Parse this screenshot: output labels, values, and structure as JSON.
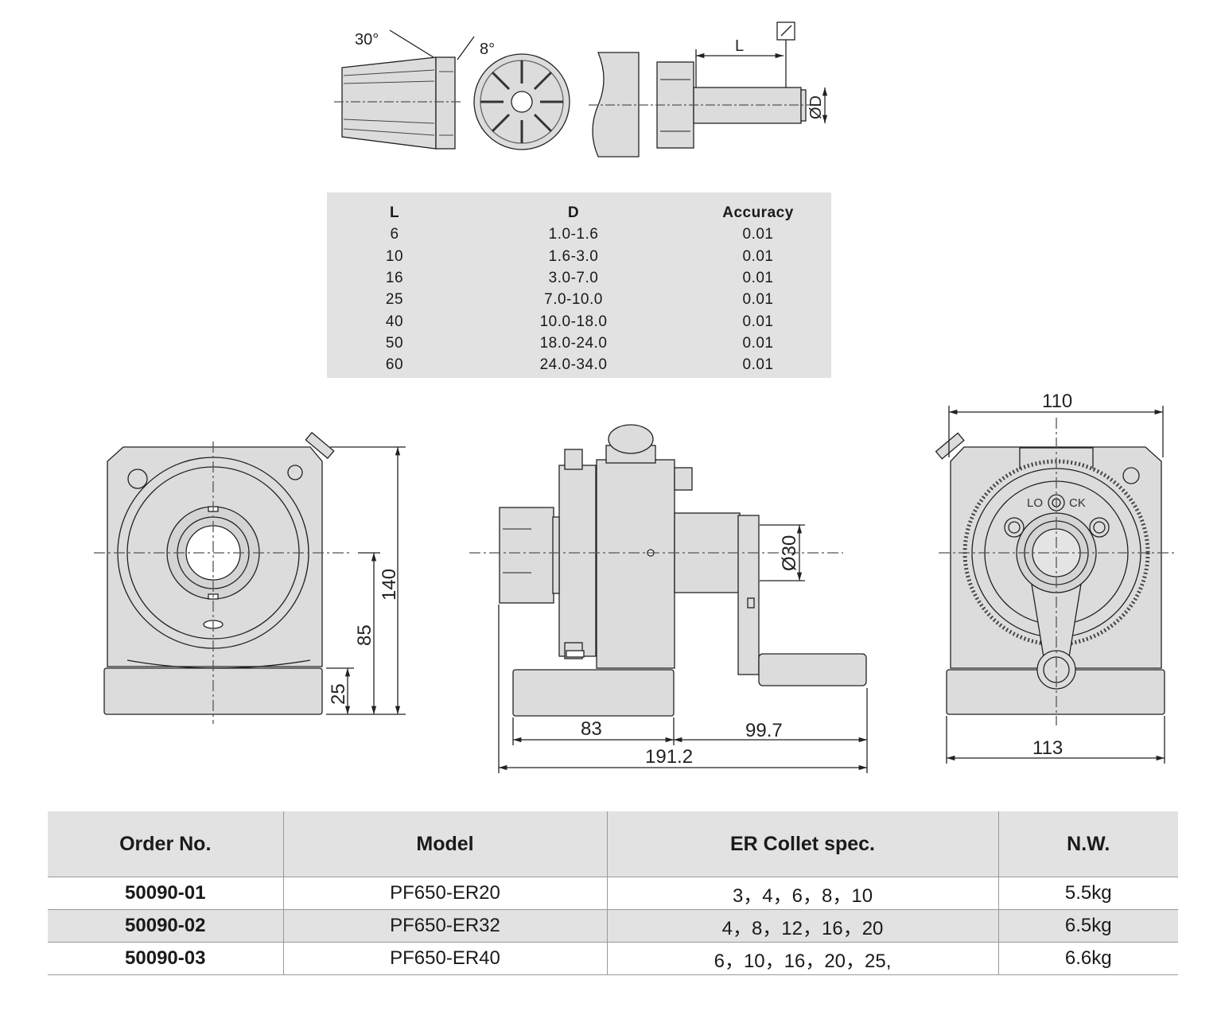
{
  "drawing": {
    "collet_angle_1": "30°",
    "collet_angle_2": "8°",
    "dim_L": "L",
    "dim_D": "ØD",
    "dim_110": "110",
    "dim_140": "140",
    "dim_85": "85",
    "dim_25": "25",
    "dim_30": "Ø30",
    "dim_83": "83",
    "dim_99_7": "99.7",
    "dim_191_2": "191.2",
    "dim_113": "113",
    "lock_left": "LO",
    "lock_right": "CK"
  },
  "collet_table": {
    "headers": [
      "L",
      "D",
      "Accuracy"
    ],
    "rows": [
      [
        "6",
        "1.0-1.6",
        "0.01"
      ],
      [
        "10",
        "1.6-3.0",
        "0.01"
      ],
      [
        "16",
        "3.0-7.0",
        "0.01"
      ],
      [
        "25",
        "7.0-10.0",
        "0.01"
      ],
      [
        "40",
        "10.0-18.0",
        "0.01"
      ],
      [
        "50",
        "18.0-24.0",
        "0.01"
      ],
      [
        "60",
        "24.0-34.0",
        "0.01"
      ]
    ]
  },
  "order_table": {
    "headers": [
      "Order No.",
      "Model",
      "ER Collet spec.",
      "N.W."
    ],
    "rows": [
      [
        "50090-01",
        "PF650-ER20",
        "3，4，6，8，10",
        "5.5kg"
      ],
      [
        "50090-02",
        "PF650-ER32",
        "4，8，12，16，20",
        "6.5kg"
      ],
      [
        "50090-03",
        "PF650-ER40",
        "6，10，16，20，25,",
        "6.6kg"
      ]
    ]
  }
}
